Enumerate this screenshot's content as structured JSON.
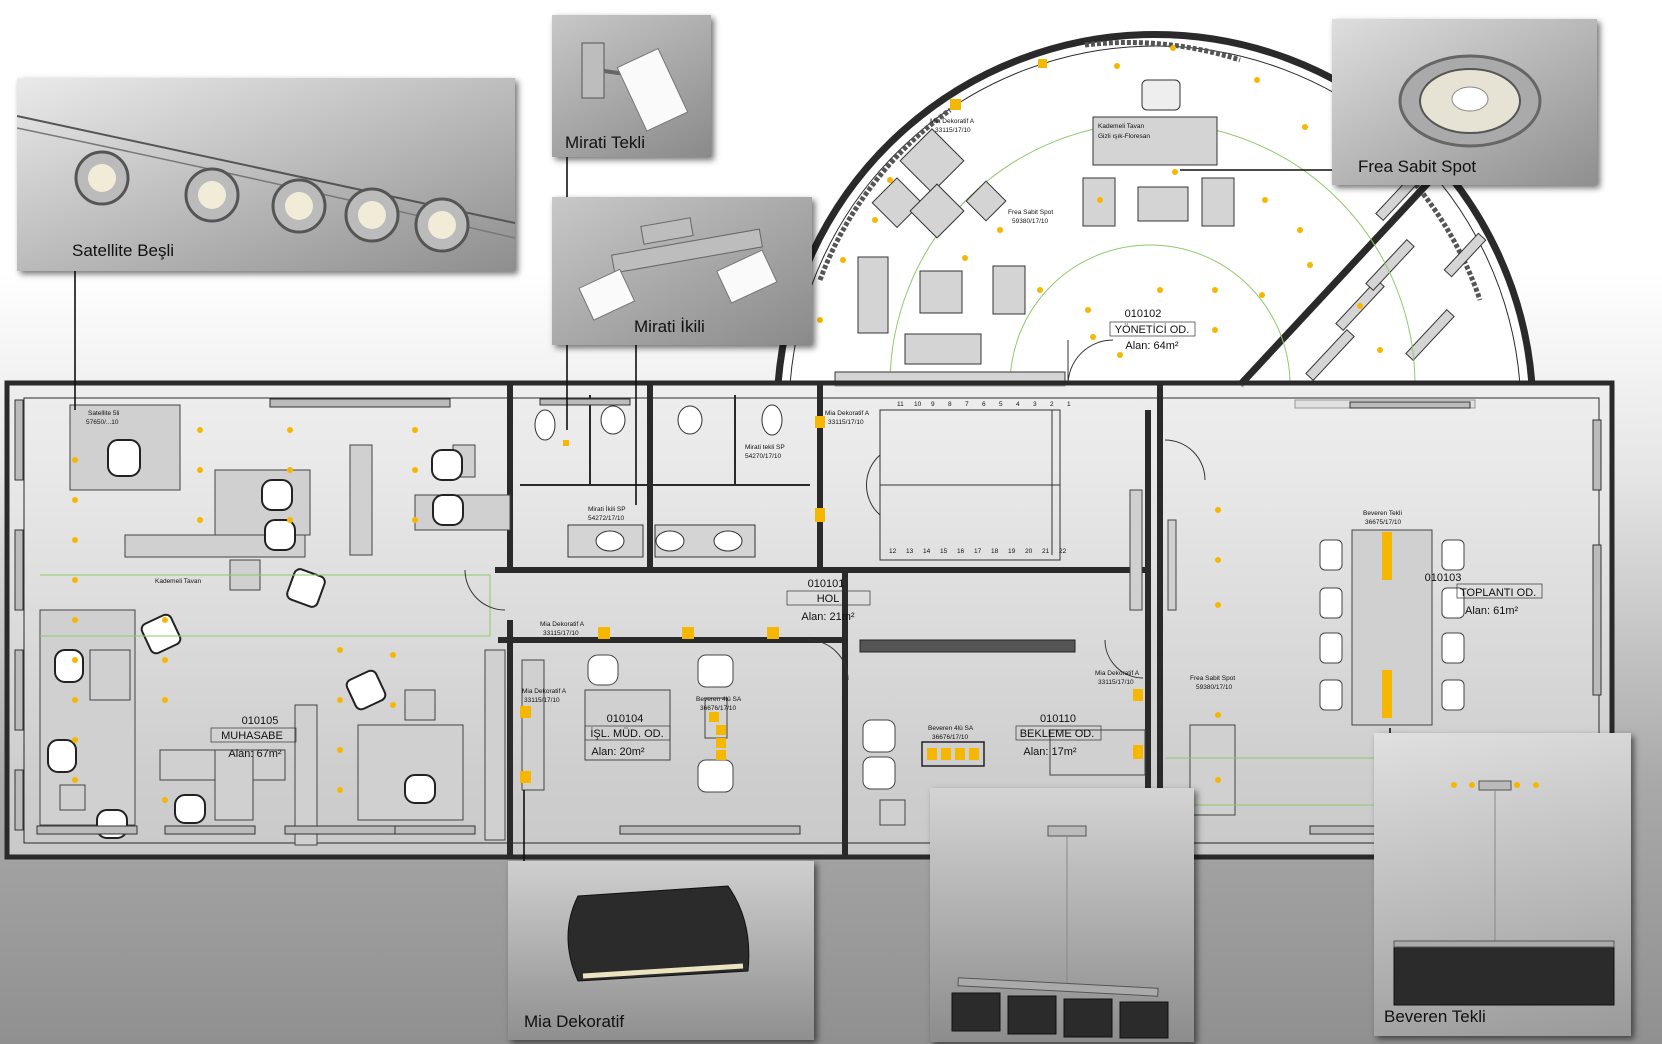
{
  "products": {
    "satellite": {
      "caption": "Satellite Beşli"
    },
    "mirati_tekli": {
      "caption": "Mirati Tekli"
    },
    "mirati_ikili": {
      "caption": "Mirati İkili"
    },
    "frea": {
      "caption": "Frea Sabit Spot"
    },
    "mia": {
      "caption": "Mia Dekoratif"
    },
    "beveren_4": {
      "caption": ""
    },
    "beveren_tekli": {
      "caption": "Beveren Tekli"
    }
  },
  "rooms": {
    "yonetici": {
      "code": "010102",
      "name": "YÖNETİCİ OD.",
      "area": "Alan: 64m²"
    },
    "hol": {
      "code": "010101",
      "name": "HOL",
      "area": "Alan: 21m²"
    },
    "toplanti": {
      "code": "010103",
      "name": "TOPLANTI OD.",
      "area": "Alan: 61m²"
    },
    "muhasabe": {
      "code": "010105",
      "name": "MUHASABE",
      "area": "Alan: 67m²"
    },
    "isl_mud": {
      "code": "010104",
      "name": "İŞL. MÜD. OD.",
      "area": "Alan: 20m²"
    },
    "bekleme": {
      "code": "010110",
      "name": "BEKLEME OD.",
      "area": "Alan: 17m²"
    }
  },
  "fixture_labels": {
    "kademeli_tavan_yonetici": [
      "Kademeli Tavan",
      "Gizli ışık-Floresan"
    ],
    "mia_yonetici": [
      "Mia Dekoratif A",
      "33115/17/10"
    ],
    "frea_yonetici": [
      "Frea Sabit Spot",
      "59380/17/10"
    ],
    "satellite_muhasabe": [
      "Satellite 5li",
      "57650/...10"
    ],
    "kademeli_tavan_muhasabe": [
      "Kademeli Tavan"
    ],
    "mirati_ikili_wc": [
      "Mirati İkili SP",
      "54272/17/10"
    ],
    "mirati_tekli_wc": [
      "Mirati tekli SP",
      "54270/17/10"
    ],
    "mia_stair": [
      "Mia Dekoratif A",
      "33115/17/10"
    ],
    "mia_hol": [
      "Mia Dekoratif A",
      "33115/17/10"
    ],
    "mia_isl": [
      "Mia Dekoratif A",
      "33115/17/10"
    ],
    "beveren_isl": [
      "Beveren 4lü SA",
      "36676/17/10"
    ],
    "beveren_bekleme": [
      "Beveren 4lü SA",
      "36676/17/10"
    ],
    "mia_right": [
      "Mia Dekoratif A",
      "33115/17/10"
    ],
    "frea_corridor": [
      "Frea Sabit Spot",
      "59380/17/10"
    ],
    "beveren_tekli_toplanti": [
      "Beveren Tekli",
      "36675/17/10"
    ]
  },
  "stair_numbers_top": [
    "11",
    "10",
    "9",
    "8",
    "7",
    "6",
    "5",
    "4",
    "3",
    "2",
    "1"
  ],
  "stair_numbers_bottom": [
    "12",
    "13",
    "14",
    "15",
    "16",
    "17",
    "18",
    "19",
    "20",
    "21",
    "22"
  ],
  "colors": {
    "wall": "#2a2a2a",
    "fixture": "#f5b700",
    "ceiling_line": "#8fc96b",
    "furniture": "#c8c8c8",
    "plan_bg": "#ffffff"
  }
}
